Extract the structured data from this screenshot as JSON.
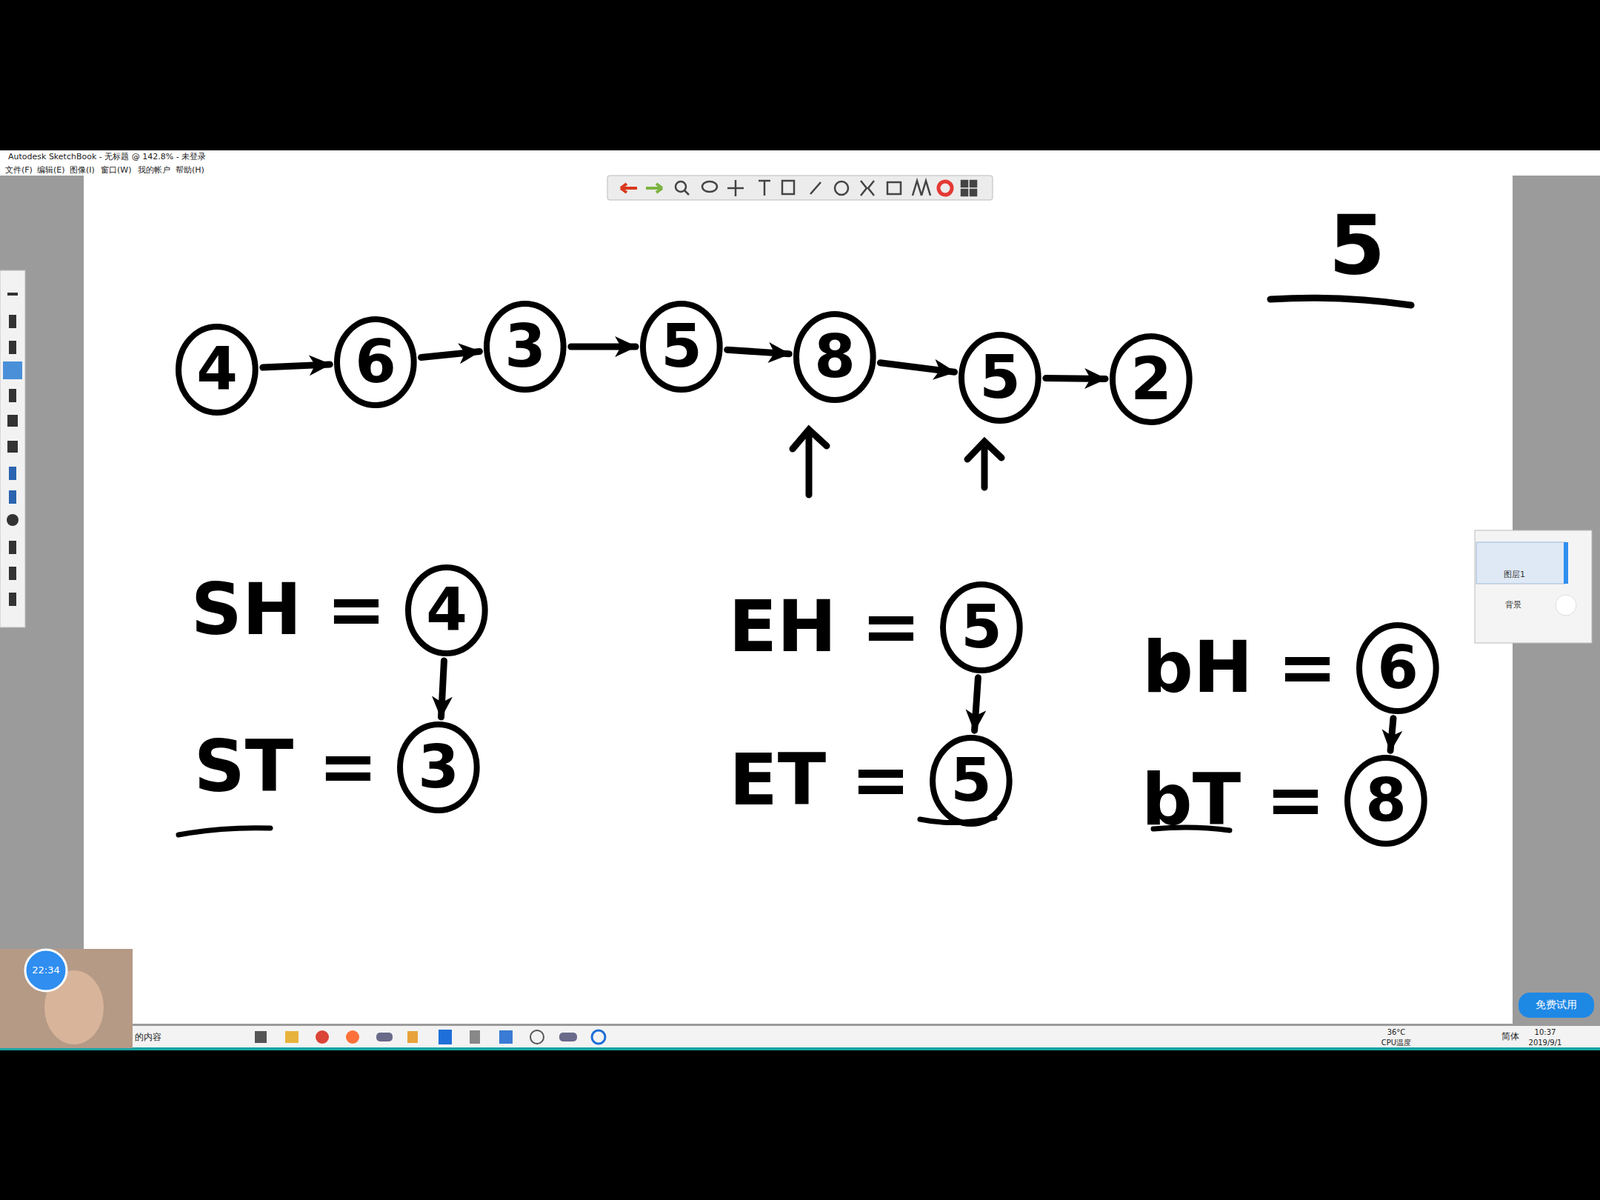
{
  "diagram": {
    "nodes": [
      {
        "text": [
          "4"
        ]
      },
      {
        "text": [
          "6"
        ]
      },
      {
        "text": [
          "3"
        ]
      },
      {
        "text": [
          "5"
        ]
      },
      {
        "text": [
          "8"
        ]
      },
      {
        "text": [
          "5"
        ]
      },
      {
        "text": [
          "2"
        ]
      },
      {
        "text": [
          "4"
        ]
      },
      {
        "text": [
          "3"
        ]
      },
      {
        "text": [
          "5"
        ]
      },
      {
        "text": [
          "5"
        ]
      },
      {
        "text": [
          "6"
        ]
      },
      {
        "text": [
          "8"
        ]
      }
    ],
    "edges": [
      {
        "from": 0,
        "to": 1,
        "arrow": "to"
      },
      {
        "from": 1,
        "to": 2,
        "arrow": "to"
      },
      {
        "from": 2,
        "to": 3,
        "arrow": "to"
      },
      {
        "from": 3,
        "to": 4,
        "arrow": "to"
      },
      {
        "from": 4,
        "to": 5,
        "arrow": "to"
      },
      {
        "from": 5,
        "to": 6,
        "arrow": "to"
      },
      {
        "from": 7,
        "to": 8,
        "arrow": "to"
      },
      {
        "from": 9,
        "to": 10,
        "arrow": "to"
      },
      {
        "from": 11,
        "to": 12,
        "arrow": "to"
      }
    ],
    "labels": [
      "Autodesk SketchBook - 无标题 @ 142.8% - 未登录",
      "文件(F)",
      "编辑(E)",
      "图像(I)",
      "窗口(W)",
      "我的帐户",
      "帮助(H)",
      "5",
      "SH =",
      "ST =",
      "EH =",
      "ET =",
      "bH =",
      "bT =",
      "图层1",
      "背景",
      "免费试用",
      "22:34",
      "的内容",
      "36°C",
      "CPU温度",
      "简体",
      "10:37",
      "2019/9/1"
    ]
  }
}
